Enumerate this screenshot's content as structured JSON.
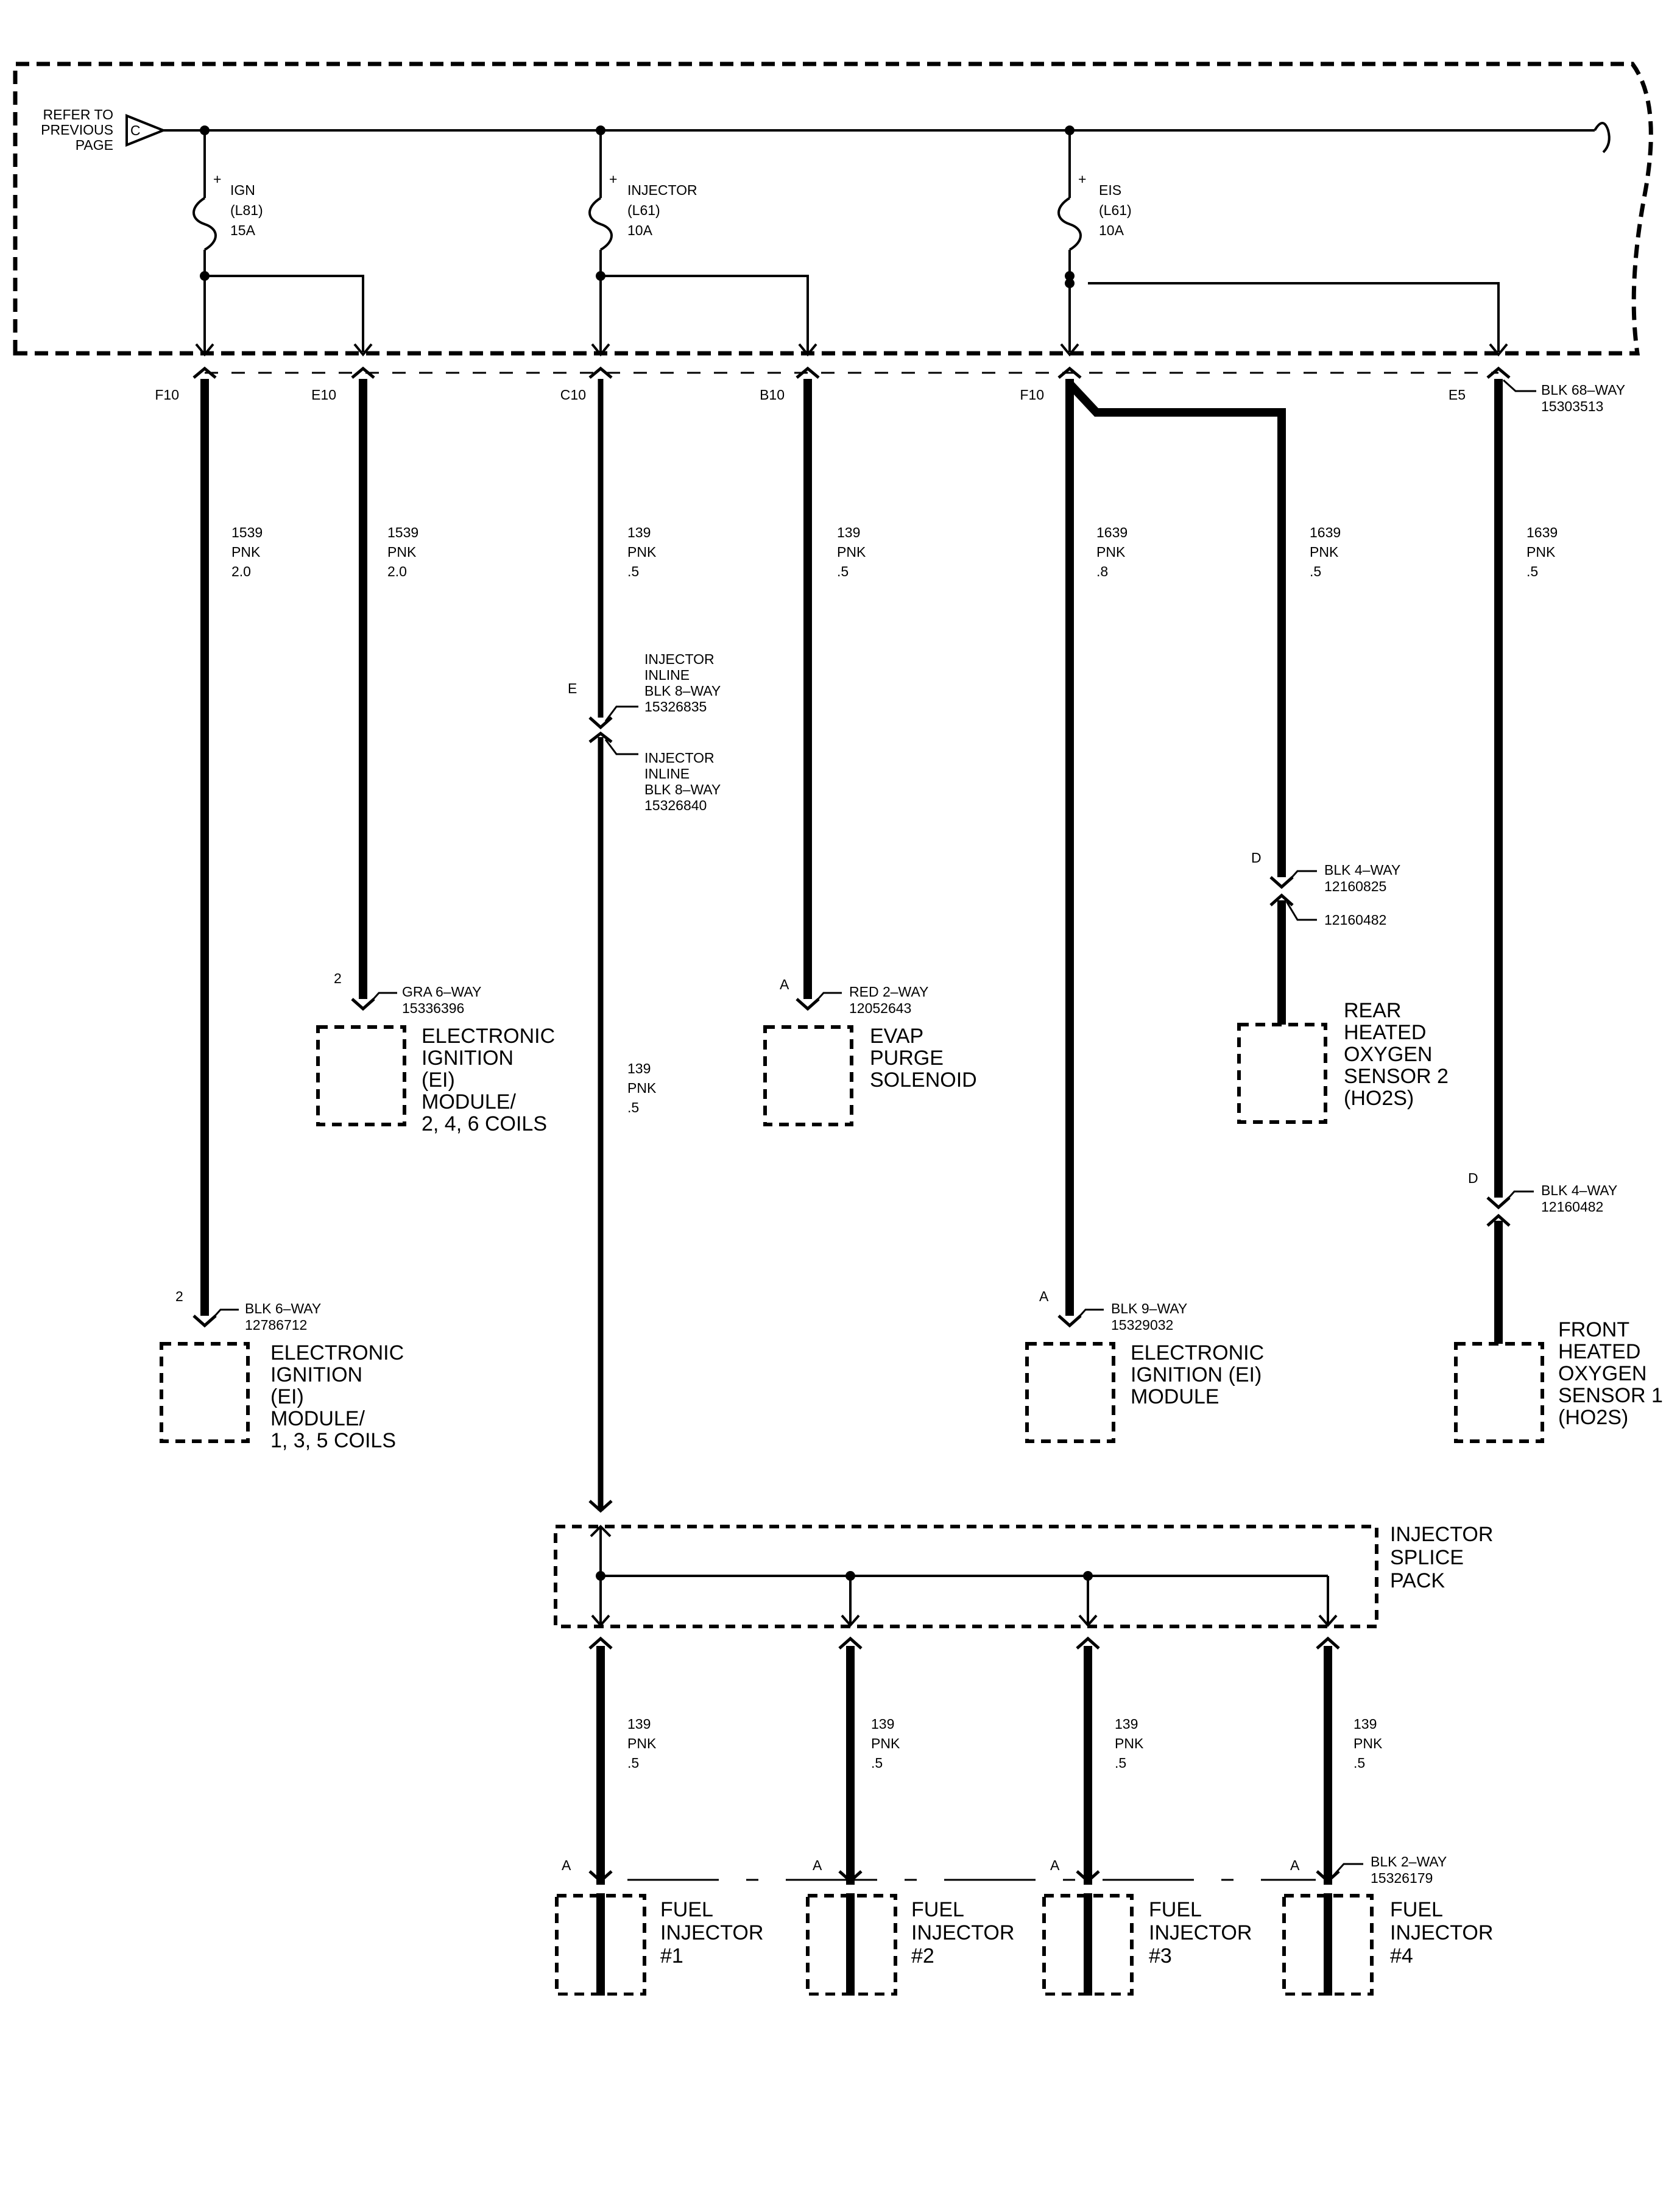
{
  "header": {
    "refer": [
      "REFER TO",
      "PREVIOUS",
      "PAGE"
    ],
    "page_ref": "C"
  },
  "fuses": [
    {
      "lines": [
        "IGN",
        "(L81)",
        "15A"
      ],
      "plus": "+"
    },
    {
      "lines": [
        "INJECTOR",
        "(L61)",
        "10A"
      ],
      "plus": "+"
    },
    {
      "lines": [
        "EIS",
        "(L61)",
        "10A"
      ],
      "plus": "+"
    }
  ],
  "connector_top": {
    "pins": [
      "F10",
      "E10",
      "C10",
      "B10",
      "F10",
      "E5"
    ],
    "label": [
      "BLK 68–WAY",
      "15303513"
    ]
  },
  "wires": {
    "w1": [
      "1539",
      "PNK",
      "2.0"
    ],
    "w2": [
      "1539",
      "PNK",
      "2.0"
    ],
    "w3": [
      "139",
      "PNK",
      ".5"
    ],
    "w3b": [
      "139",
      "PNK",
      ".5"
    ],
    "w4": [
      "139",
      "PNK",
      ".5"
    ],
    "w5": [
      "1639",
      "PNK",
      ".8"
    ],
    "w6": [
      "1639",
      "PNK",
      ".5"
    ],
    "w7": [
      "1639",
      "PNK",
      ".5"
    ],
    "inj1": [
      "139",
      "PNK",
      ".5"
    ],
    "inj2": [
      "139",
      "PNK",
      ".5"
    ],
    "inj3": [
      "139",
      "PNK",
      ".5"
    ],
    "inj4": [
      "139",
      "PNK",
      ".5"
    ]
  },
  "inline": {
    "pin": "E",
    "top": [
      "INJECTOR",
      "INLINE",
      "BLK 8–WAY",
      "15326835"
    ],
    "bottom": [
      "INJECTOR",
      "INLINE",
      "BLK 8–WAY",
      "15326840"
    ]
  },
  "components": {
    "ei_246": {
      "pin": "2",
      "conn": [
        "GRA 6–WAY",
        "15336396"
      ],
      "name": [
        "ELECTRONIC",
        "IGNITION",
        "(EI)",
        "MODULE/",
        "2, 4, 6 COILS"
      ]
    },
    "evap": {
      "pin": "A",
      "conn": [
        "RED 2–WAY",
        "12052643"
      ],
      "name": [
        "EVAP",
        "PURGE",
        "SOLENOID"
      ]
    },
    "rear_ho2s": {
      "pin": "D",
      "conn": [
        "BLK 4–WAY",
        "12160825"
      ],
      "conn2": "12160482",
      "name": [
        "REAR",
        "HEATED",
        "OXYGEN",
        "SENSOR 2",
        "(HO2S)"
      ]
    },
    "front_ho2s": {
      "pin": "D",
      "conn": [
        "BLK 4–WAY",
        "12160482"
      ],
      "name": [
        "FRONT",
        "HEATED",
        "OXYGEN",
        "SENSOR 1",
        "(HO2S)"
      ]
    },
    "ei_135": {
      "pin": "2",
      "conn": [
        "BLK 6–WAY",
        "12786712"
      ],
      "name": [
        "ELECTRONIC",
        "IGNITION",
        "(EI)",
        "MODULE/",
        "1, 3, 5 COILS"
      ]
    },
    "ei_mod": {
      "pin": "A",
      "conn": [
        "BLK 9–WAY",
        "15329032"
      ],
      "name": [
        "ELECTRONIC",
        "IGNITION (EI)",
        "MODULE"
      ]
    }
  },
  "splice": {
    "name": [
      "INJECTOR",
      "SPLICE",
      "PACK"
    ]
  },
  "injectors": {
    "pins": [
      "A",
      "A",
      "A",
      "A"
    ],
    "conn": [
      "BLK 2–WAY",
      "15326179"
    ],
    "names": [
      [
        "FUEL",
        "INJECTOR",
        "#1"
      ],
      [
        "FUEL",
        "INJECTOR",
        "#2"
      ],
      [
        "FUEL",
        "INJECTOR",
        "#3"
      ],
      [
        "FUEL",
        "INJECTOR",
        "#4"
      ]
    ]
  }
}
